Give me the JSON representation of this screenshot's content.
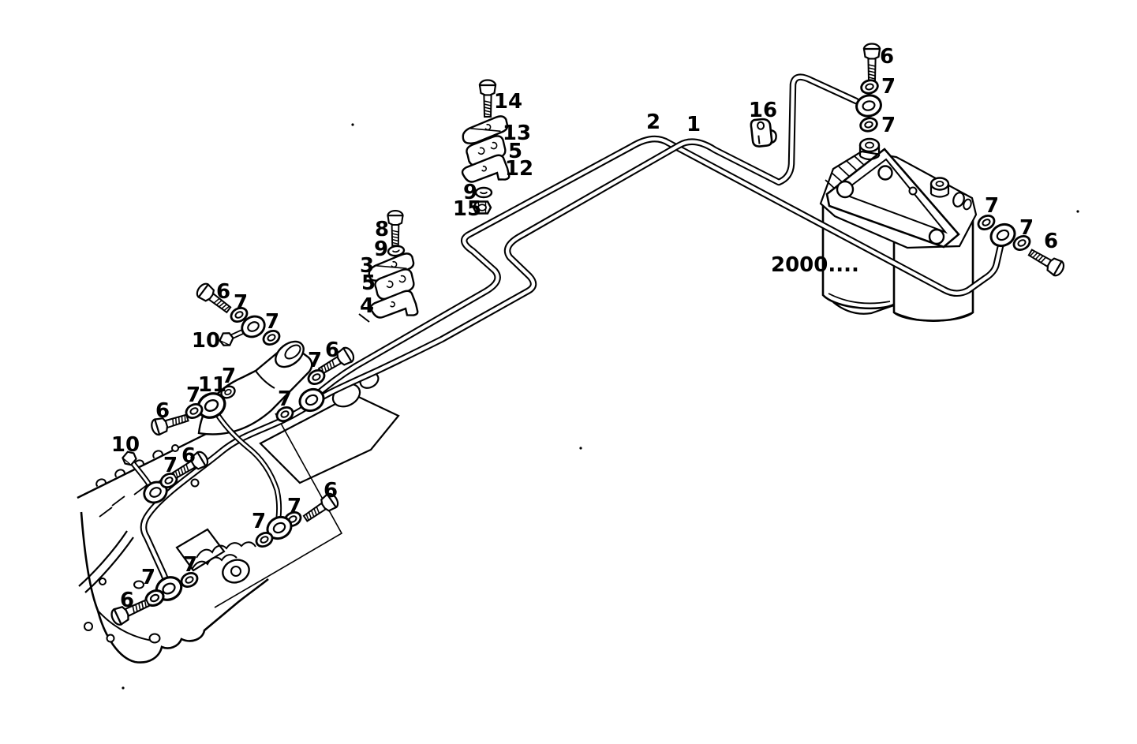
{
  "diagram": {
    "kind": "exploded-parts-line-drawing",
    "colors": {
      "ink": "#000000",
      "paper": "#ffffff"
    },
    "model_label": "2000....",
    "callouts": [
      {
        "t": "14"
      },
      {
        "t": "13"
      },
      {
        "t": "5"
      },
      {
        "t": "12"
      },
      {
        "t": "9"
      },
      {
        "t": "15"
      },
      {
        "t": "8"
      },
      {
        "t": "9"
      },
      {
        "t": "3"
      },
      {
        "t": "5"
      },
      {
        "t": "4"
      },
      {
        "t": "2"
      },
      {
        "t": "1"
      },
      {
        "t": "16"
      },
      {
        "t": "6"
      },
      {
        "t": "7"
      },
      {
        "t": "7"
      },
      {
        "t": "7"
      },
      {
        "t": "7"
      },
      {
        "t": "6"
      },
      {
        "t": "6"
      },
      {
        "t": "7"
      },
      {
        "t": "10"
      },
      {
        "t": "7"
      },
      {
        "t": "6"
      },
      {
        "t": "7"
      },
      {
        "t": "11"
      },
      {
        "t": "7"
      },
      {
        "t": "7"
      },
      {
        "t": "6"
      },
      {
        "t": "7"
      },
      {
        "t": "10"
      },
      {
        "t": "6"
      },
      {
        "t": "7"
      },
      {
        "t": "6"
      },
      {
        "t": "7"
      },
      {
        "t": "7"
      },
      {
        "t": "7"
      },
      {
        "t": "7"
      },
      {
        "t": "6"
      }
    ]
  }
}
